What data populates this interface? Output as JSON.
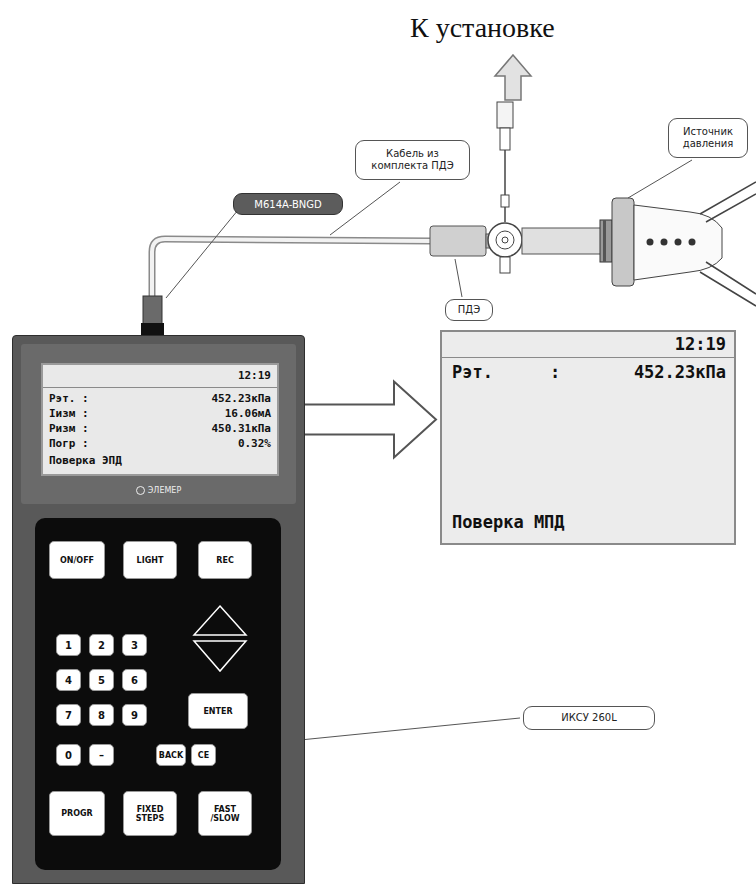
{
  "diagram": {
    "nodes": [
      {
        "text": [
          "Кабель из комплекта ПДЭ"
        ]
      },
      {
        "text": [
          "Источник давления"
        ]
      },
      {
        "text": [
          "M614A-BNGD"
        ]
      },
      {
        "text": [
          "ПДЭ"
        ]
      },
      {
        "text": [
          "ЭЛЕМЕР"
        ]
      },
      {
        "text": [
          "12:19",
          "Рэт. :",
          "452.23кПа",
          "Iизм :",
          "16.06мА",
          "Ризм :",
          "450.31кПа",
          "Погр :",
          "0.32%",
          "Поверка ЭПД"
        ],
        "in": 4
      },
      {
        "text": [
          "12:19",
          "Рэт.",
          ":",
          "452.23кПа",
          "Поверка МПД"
        ]
      },
      {
        "text": [
          "ON/OFF"
        ],
        "in": 4
      },
      {
        "text": [
          "LIGHT"
        ],
        "in": 4
      },
      {
        "text": [
          "REC"
        ],
        "in": 4
      },
      {
        "text": [
          "1"
        ],
        "in": 4
      },
      {
        "text": [
          "2"
        ],
        "in": 4
      },
      {
        "text": [
          "3"
        ],
        "in": 4
      },
      {
        "text": [
          "4"
        ],
        "in": 4
      },
      {
        "text": [
          "5"
        ],
        "in": 4
      },
      {
        "text": [
          "6"
        ],
        "in": 4
      },
      {
        "text": [
          "7"
        ],
        "in": 4
      },
      {
        "text": [
          "8"
        ],
        "in": 4
      },
      {
        "text": [
          "9"
        ],
        "in": 4
      },
      {
        "text": [
          "ENTER"
        ],
        "in": 4
      },
      {
        "text": [
          "0"
        ],
        "in": 4
      },
      {
        "text": [
          "–"
        ],
        "in": 4
      },
      {
        "text": [
          "BACK"
        ],
        "in": 4
      },
      {
        "text": [
          "CE"
        ],
        "in": 4
      },
      {
        "text": [
          "PROGR"
        ],
        "in": 4
      },
      {
        "text": [
          "FIXED STEPS"
        ],
        "in": 4
      },
      {
        "text": [
          "FAST /SLOW"
        ],
        "in": 4
      },
      {
        "text": [
          "ИКСУ 260L"
        ]
      }
    ],
    "edges": [
      {
        "from": 5,
        "to": 6,
        "arrow": "to"
      }
    ],
    "labels": [
      "К установке"
    ]
  }
}
